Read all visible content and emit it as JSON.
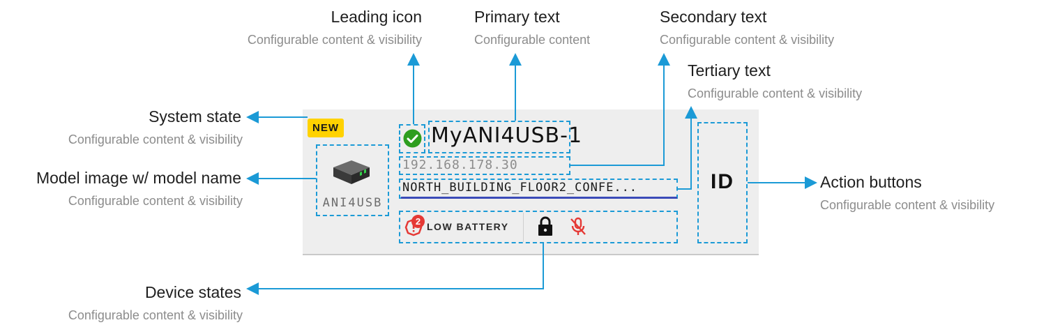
{
  "callouts": {
    "leading_icon": {
      "title": "Leading icon",
      "subtitle": "Configurable content & visibility"
    },
    "primary_text": {
      "title": "Primary text",
      "subtitle": "Configurable content"
    },
    "secondary_text": {
      "title": "Secondary text",
      "subtitle": "Configurable content & visibility"
    },
    "tertiary_text": {
      "title": "Tertiary text",
      "subtitle": "Configurable content & visibility"
    },
    "system_state": {
      "title": "System state",
      "subtitle": "Configurable content & visibility"
    },
    "model_image": {
      "title": "Model image w/ model name",
      "subtitle": "Configurable content & visibility"
    },
    "action_buttons": {
      "title": "Action buttons",
      "subtitle": "Configurable content & visibility"
    },
    "device_states": {
      "title": "Device states",
      "subtitle": "Configurable content & visibility"
    }
  },
  "card": {
    "badge": "NEW",
    "primary": "MyANI4USB-1",
    "secondary": "192.168.178.30",
    "tertiary": "NORTH_BUILDING_FLOOR2_CONFE...",
    "model_name": "ANI4USB",
    "leading_icon": "check-circle-icon",
    "device_states": {
      "warning_count": "2",
      "warning_label": "LOW BATTERY",
      "lock_icon": "lock-icon",
      "mic_icon": "mic-off-icon"
    },
    "action_button": "ID"
  },
  "colors": {
    "callout_line": "#1b9ad6",
    "badge": "#ffd200",
    "check": "#2e9e1f",
    "alert": "#e53935",
    "underline": "#3b4bb8"
  }
}
